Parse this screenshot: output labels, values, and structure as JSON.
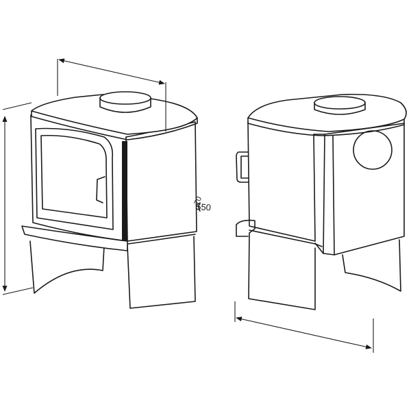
{
  "drawing": {
    "dimension_labels": [
      {
        "id": "depth",
        "text": "550"
      },
      {
        "id": "offset",
        "text": "70"
      }
    ]
  }
}
